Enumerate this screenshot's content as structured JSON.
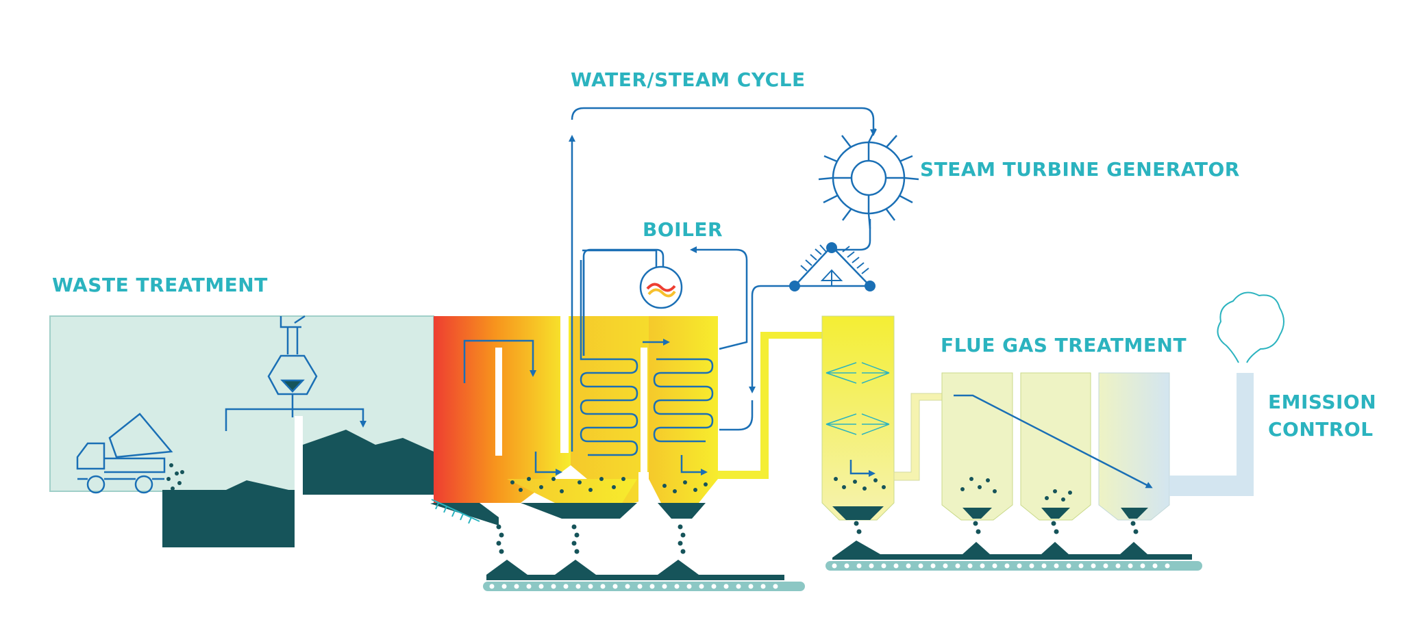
{
  "labels": {
    "water_steam_cycle": "WATER/STEAM CYCLE",
    "steam_turbine_generator": "STEAM TURBINE GENERATOR",
    "boiler": "BOILER",
    "waste_treatment": "WASTE TREATMENT",
    "flue_gas_treatment": "FLUE GAS TREATMENT",
    "emission_control_line1": "EMISSION",
    "emission_control_line2": "CONTROL"
  },
  "colors": {
    "label_teal": "#2bb3bf",
    "flow_blue": "#1a6fb5",
    "waste_area": "#d6ece6",
    "waste_pile": "#16545a",
    "flame_red": "#ee3e31",
    "flame_orange": "#f7941d",
    "heat_yellow": "#f7ec2d",
    "flue_pale": "#eef3c4",
    "stack_blue": "#d3e5f0"
  },
  "icons": [
    "truck-icon",
    "crane-grab-icon",
    "turbine-icon",
    "generator-icon",
    "ash-conveyor-icon",
    "smoke-cloud-icon"
  ]
}
